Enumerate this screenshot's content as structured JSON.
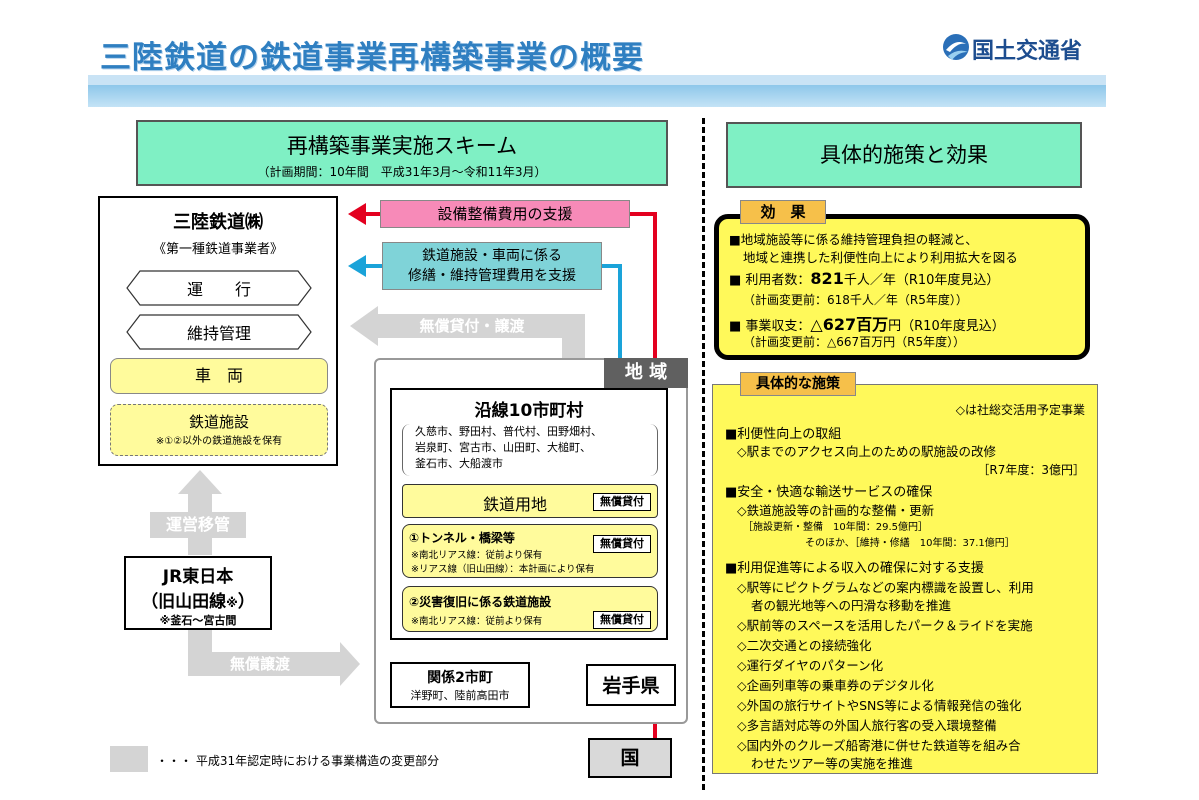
{
  "page_title": "三陸鉄道の鉄道事業再構築事業の概要",
  "ministry": "国土交通省",
  "scheme": {
    "title": "再構築事業実施スキーム",
    "subtitle": "（計画期間：10年間　平成31年3月～令和11年3月）"
  },
  "measures_header": "具体的施策と効果",
  "sanriku": {
    "name": "三陸鉄道㈱",
    "category": "《第一種鉄道事業者》",
    "operation": "運　　行",
    "maintenance": "維持管理",
    "vehicles": "車　両",
    "facilities": "鉄道施設",
    "facilities_note": "※①②以外の鉄道施設を保有"
  },
  "arrows": {
    "equipment_support": "設備整備費用の支援",
    "maintenance_support_1": "鉄道施設・車両に係る",
    "maintenance_support_2": "修繕・維持管理費用を支援",
    "free_lease_transfer": "無償貸付・譲渡",
    "operation_transfer": "運営移管",
    "free_transfer": "無償譲渡"
  },
  "jr": {
    "name": "JR東日本",
    "line": "（旧山田線",
    "line_mark": "※",
    "line_close": "）",
    "section": "※釜石～宮古間"
  },
  "region": {
    "label": "地 域",
    "municipalities_title": "沿線10市町村",
    "municipalities_1": "久慈市、野田村、普代村、田野畑村、",
    "municipalities_2": "岩泉町、宮古市、山田町、大槌町、",
    "municipalities_3": "釜石市、大船渡市",
    "railway_land": "鉄道用地",
    "free_lease": "無償貸付",
    "tunnel_title": "①トンネル・橋梁等",
    "tunnel_note_1": "※南北リアス線：従前より保有",
    "tunnel_note_2": "※リアス線（旧山田線）：本計画により保有",
    "disaster_title": "②災害復旧に係る鉄道施設",
    "disaster_note": "※南北リアス線：従前より保有",
    "related_title": "関係2市町",
    "related_names": "洋野町、陸前高田市",
    "prefecture": "岩手県"
  },
  "national": "国",
  "legend_text": "・・・ 平成31年認定時における事業構造の変更部分",
  "effects": {
    "tag": "効　果",
    "l1": "■地域施設等に係る維持管理負担の軽減と、",
    "l2": "地域と連携した利便性向上により利用拡大を図る",
    "l3a": "■ 利用者数：",
    "l3b": "821",
    "l3c": "千人／年（R10年度見込）",
    "l4": "（計画変更前：618千人／年（R5年度））",
    "l5a": "■ 事業収支：",
    "l5b": "△627百万",
    "l5c": "円（R10年度見込）",
    "l6": "（計画変更前：△667百万円（R5年度））"
  },
  "measures": {
    "tag": "具体的な施策",
    "legend": "◇は社総交活用予定事業",
    "s1": "■利便性向上の取組",
    "s1a": "◇駅までのアクセス向上のための駅施設の改修",
    "s1cost": "［R7年度：3億円］",
    "s2": "■安全・快適な輸送サービスの確保",
    "s2a": "◇鉄道施設等の計画的な整備・更新",
    "s2b": "［施設更新・整備　10年間：29.5億円］",
    "s2c": "そのほか、［維持・修繕　10年間：37.1億円］",
    "s3": "■利用促進等による収入の確保に対する支援",
    "s3a": "◇駅等にピクトグラムなどの案内標識を設置し、利用",
    "s3a2": "者の観光地等への円滑な移動を推進",
    "s3b": "◇駅前等のスペースを活用したパーク＆ライドを実施",
    "s3c": "◇二次交通との接続強化",
    "s3d": "◇運行ダイヤのパターン化",
    "s3e": "◇企画列車等の乗車券のデジタル化",
    "s3f": "◇外国の旅行サイトやSNS等による情報発信の強化",
    "s3g": "◇多言語対応等の外国人旅行客の受入環境整備",
    "s3h": "◇国内外のクルーズ船寄港に併せた鉄道等を組み合",
    "s3h2": "わせたツアー等の実施を推進"
  },
  "colors": {
    "title_blue": "#2f7fc1",
    "header_green": "#7ff0c4",
    "pink_support": "#f78ab8",
    "cyan_support": "#7fd3d8",
    "yellow": "#fff95a",
    "line_red": "#e3001f",
    "line_blue": "#1aa3d9"
  }
}
